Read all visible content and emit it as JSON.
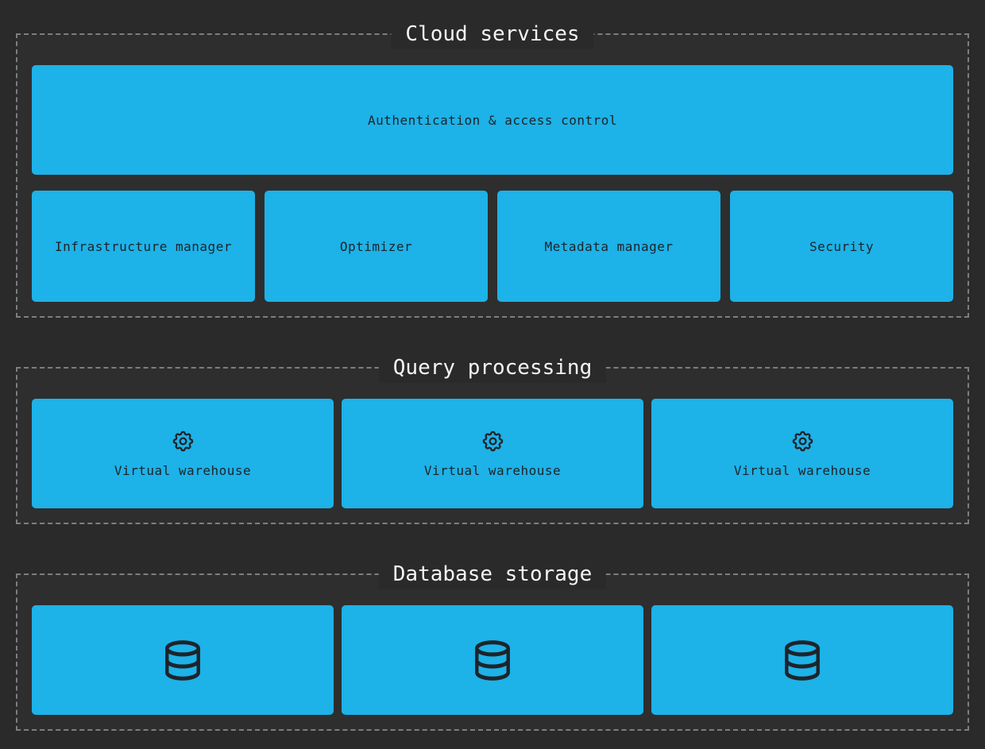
{
  "diagram": {
    "kind": "architecture-diagram",
    "colors": {
      "page_background": "#2a2a2a",
      "section_background": "#2e2e2e",
      "section_border": "#7e7e7e",
      "node_fill": "#1db2e8",
      "node_text": "#1e2429",
      "title_text": "#f4f4f4"
    },
    "sections": {
      "cloud_services": {
        "title": "Cloud services",
        "banner_label": "Authentication & access control",
        "components": [
          "Infrastructure manager",
          "Optimizer",
          "Metadata manager",
          "Security"
        ]
      },
      "query_processing": {
        "title": "Query processing",
        "warehouses": [
          {
            "icon": "gear-icon",
            "label": "Virtual warehouse"
          },
          {
            "icon": "gear-icon",
            "label": "Virtual warehouse"
          },
          {
            "icon": "gear-icon",
            "label": "Virtual warehouse"
          }
        ]
      },
      "database_storage": {
        "title": "Database storage",
        "databases": [
          {
            "icon": "database-icon"
          },
          {
            "icon": "database-icon"
          },
          {
            "icon": "database-icon"
          }
        ]
      }
    }
  }
}
